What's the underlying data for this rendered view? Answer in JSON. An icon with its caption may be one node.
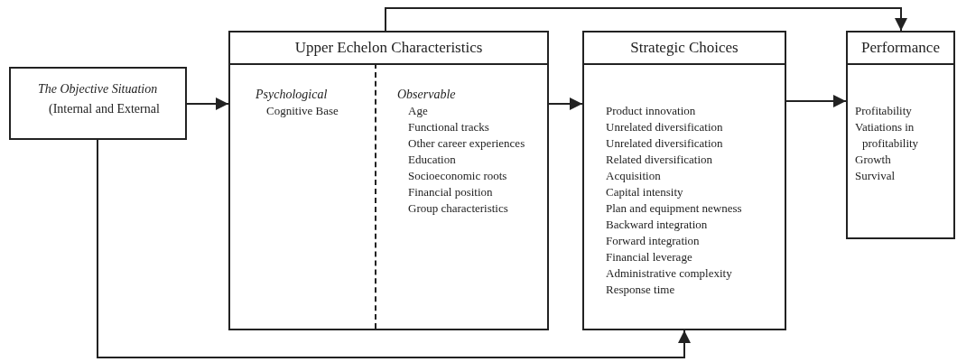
{
  "diagram": {
    "nodes": [
      {
        "text": [
          "The Objective Situation",
          "(Internal and External"
        ]
      },
      {
        "text": [
          "Upper Echelon Characteristics",
          "Psychological",
          "Cognitive Base",
          "Observable",
          "Age",
          "Functional tracks",
          "Other career experiences",
          "Education",
          "Socioeconomic roots",
          "Financial position",
          "Group characteristics"
        ]
      },
      {
        "text": [
          "Strategic Choices",
          "Product innovation",
          "Unrelated diversification",
          "Unrelated diversification",
          "Related diversification",
          "Acquisition",
          "Capital intensity",
          "Plan and equipment newness",
          "Backward integration",
          "Forward integration",
          "Financial leverage",
          "Administrative complexity",
          "Response time"
        ]
      },
      {
        "text": [
          "Performance",
          "Profitability",
          "Vatiations in profitability",
          "Growth",
          "Survival"
        ]
      }
    ],
    "edges": [
      {
        "from": 0,
        "to": 1,
        "arrow": "to"
      },
      {
        "from": 1,
        "to": 2,
        "arrow": "to"
      },
      {
        "from": 2,
        "to": 3,
        "arrow": "to"
      },
      {
        "from": 1,
        "to": 3,
        "arrow": "to"
      },
      {
        "from": 0,
        "to": 2,
        "arrow": "to"
      }
    ]
  }
}
